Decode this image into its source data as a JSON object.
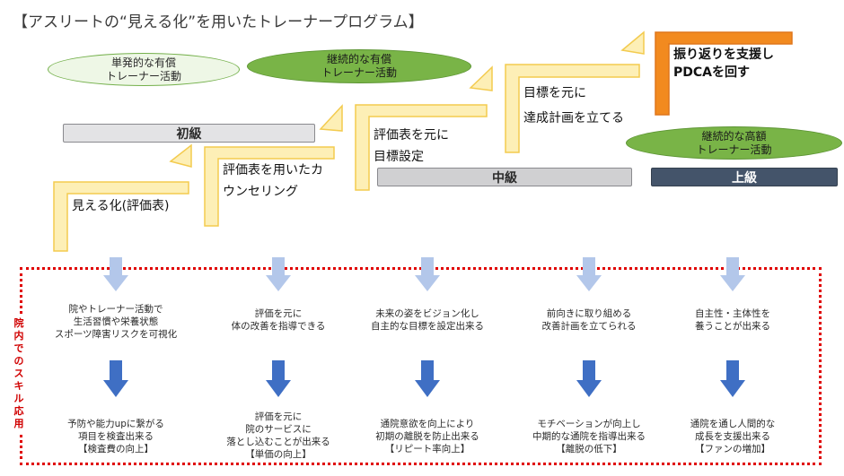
{
  "title": "【アスリートの“見える化”を用いたトレーナープログラム】",
  "colors": {
    "stair_fill": "#fdefb6",
    "stair_edge": "#f3cb4f",
    "stair_top_fill": "#f28a1f",
    "light_arrow": "#b3c7ea",
    "dark_arrow": "#3f6fc4",
    "frame_border": "#e00000",
    "level_advanced": "#44546a"
  },
  "ellipses": {
    "single": [
      "単発的な有償",
      "トレーナー活動"
    ],
    "continuous": [
      "継続的な有償",
      "トレーナー活動"
    ],
    "high_value": [
      "継続的な高額",
      "トレーナー活動"
    ]
  },
  "levels": {
    "beginner": "初級",
    "intermediate": "中級",
    "advanced": "上級"
  },
  "steps": [
    {
      "lines": [
        "見える化(評価表)"
      ]
    },
    {
      "lines": [
        "評価表を用いたカ",
        "ウンセリング"
      ]
    },
    {
      "lines": [
        "評価表を元に",
        "目標設定"
      ]
    },
    {
      "lines": [
        "目標を元に",
        "達成計画を立てる"
      ]
    },
    {
      "lines": [
        "振り返りを支援し",
        "PDCAを回す"
      ]
    }
  ],
  "side_label": [
    "院",
    "内",
    "で",
    "の",
    "ス",
    "キ",
    "ル",
    "応",
    "用"
  ],
  "columns": [
    {
      "top": [
        "院やトレーナー活動で",
        "生活習慣や栄養状態",
        "スポーツ障害リスクを可視化"
      ],
      "bottom": [
        "予防や能力upに繋がる",
        "項目を検査出来る",
        "【検査費の向上】"
      ]
    },
    {
      "top": [
        "評価を元に",
        "体の改善を指導できる"
      ],
      "bottom": [
        "評価を元に",
        "院のサービスに",
        "落とし込むことが出来る",
        "【単価の向上】"
      ]
    },
    {
      "top": [
        "未来の姿をビジョン化し",
        "自主的な目標を設定出来る"
      ],
      "bottom": [
        "通院意欲を向上により",
        "初期の離脱を防止出来る",
        "【リピート率向上】"
      ]
    },
    {
      "top": [
        "前向きに取り組める",
        "改善計画を立てられる"
      ],
      "bottom": [
        "モチベーションが向上し",
        "中期的な通院を指導出来る",
        "【離脱の低下】"
      ]
    },
    {
      "top": [
        "自主性・主体性を",
        "養うことが出来る"
      ],
      "bottom": [
        "通院を通し人間的な",
        "成長を支援出来る",
        "【ファンの増加】"
      ]
    }
  ]
}
